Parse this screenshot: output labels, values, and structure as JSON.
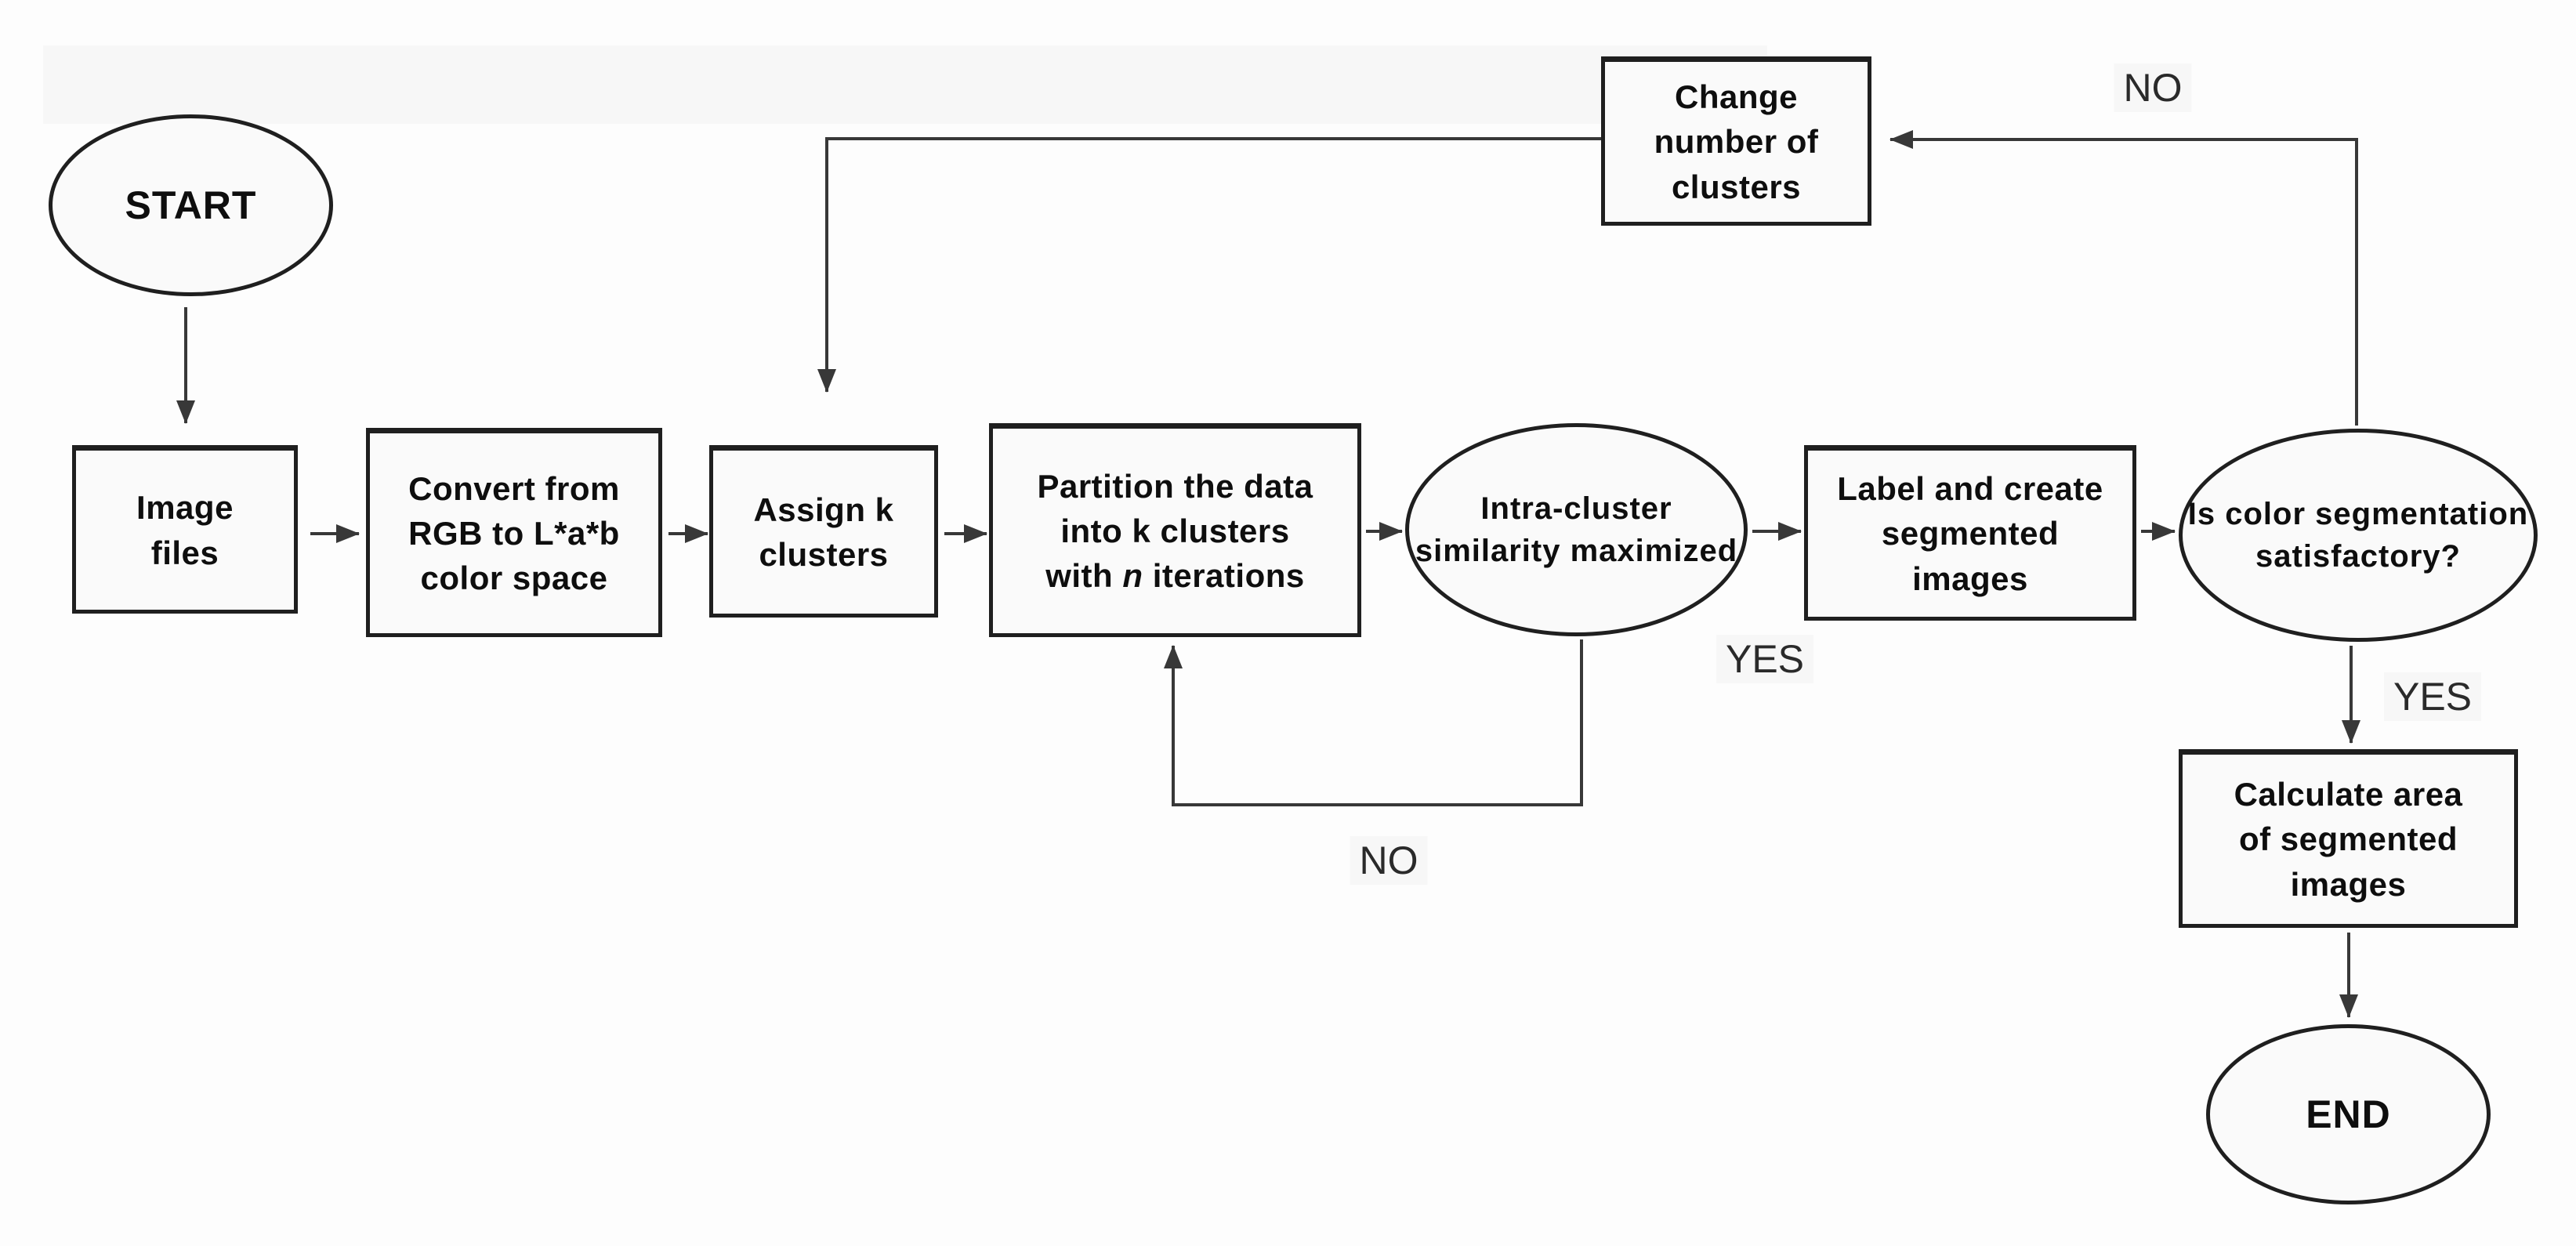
{
  "diagram": {
    "description": "Flowchart of k-means color image segmentation procedure",
    "nodes": {
      "start": {
        "label": "START",
        "type": "terminator"
      },
      "image_files": {
        "label": "Image\nfiles",
        "type": "process"
      },
      "convert": {
        "label": "Convert from\nRGB to L*a*b\ncolor space",
        "type": "process"
      },
      "assign": {
        "label": "Assign k\nclusters",
        "type": "process"
      },
      "partition": {
        "pre": "Partition the data\ninto k clusters\nwith ",
        "italic_var": "n",
        "post": " iterations",
        "type": "process"
      },
      "intra": {
        "label": "Intra-cluster\nsimilarity\nmaximized",
        "type": "decision-ellipse"
      },
      "label_create": {
        "label": "Label and create\nsegmented\nimages",
        "type": "process"
      },
      "satisfactory": {
        "label": "Is color\nsegmentation\nsatisfactory?",
        "type": "decision-ellipse"
      },
      "change": {
        "label": "Change\nnumber of\nclusters",
        "type": "process"
      },
      "calculate": {
        "label": "Calculate area\nof segmented\nimages",
        "type": "process"
      },
      "end": {
        "label": "END",
        "type": "terminator"
      }
    },
    "edge_labels": {
      "yes_intra": "YES",
      "no_intra": "NO",
      "no_satisfactory": "NO",
      "yes_satisfactory": "YES"
    },
    "colors": {
      "bg": "#fdfdfd",
      "fill": "#fafafa",
      "border": "#1f1f1f",
      "line": "#383838",
      "text": "#0e0e0e",
      "label": "#2a2a2a"
    }
  }
}
